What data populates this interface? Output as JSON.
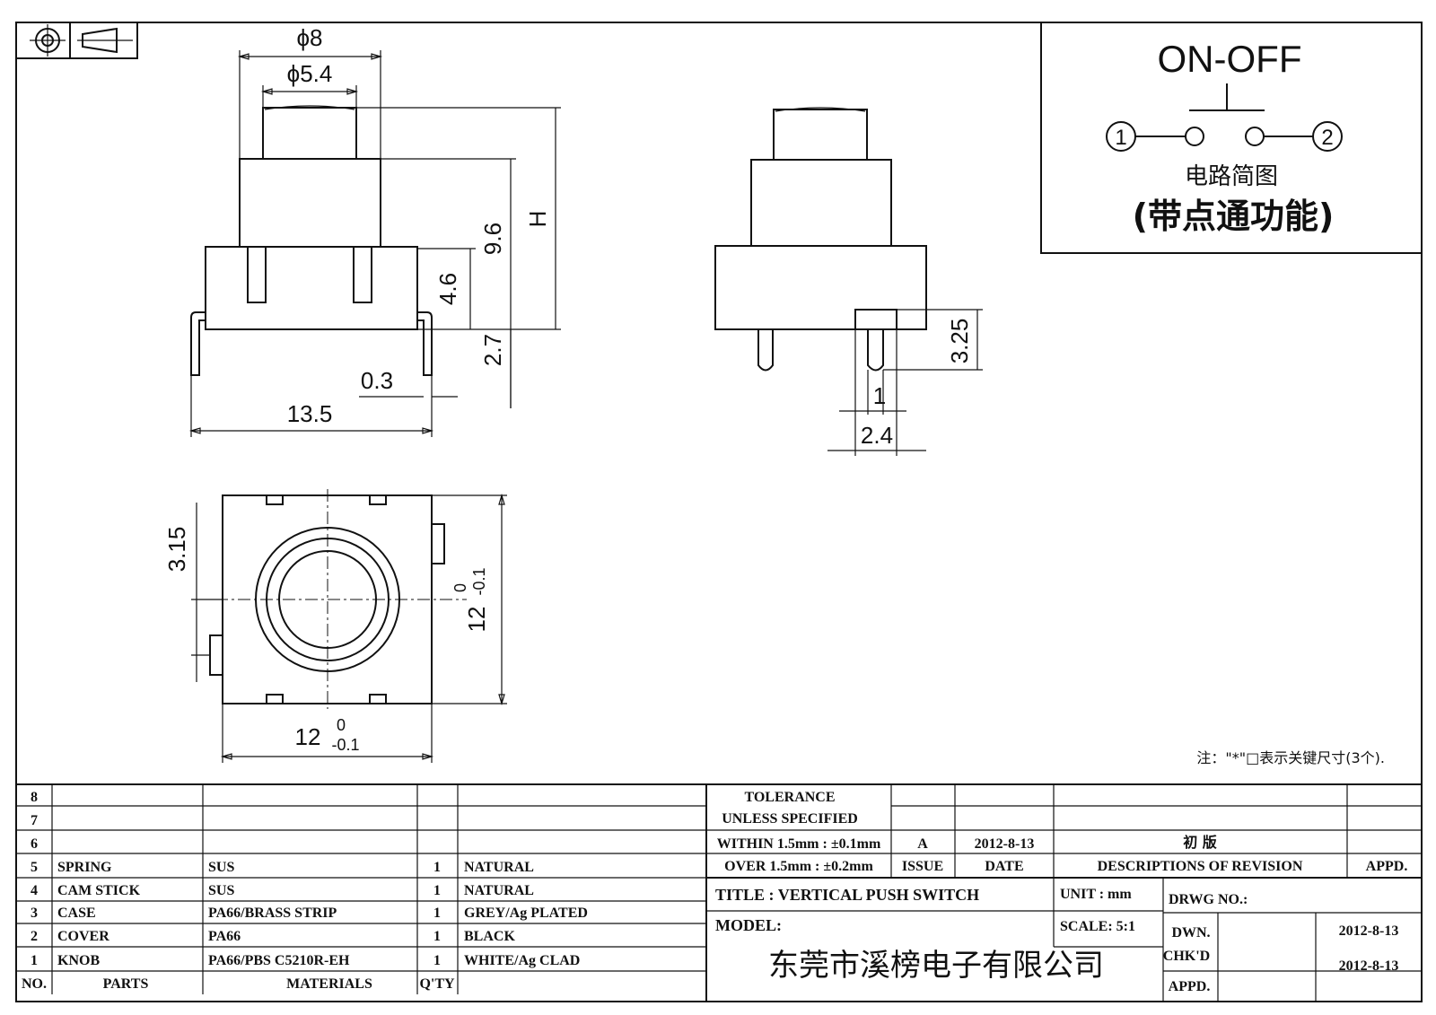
{
  "side_view": {
    "dim_phi8": "ϕ8",
    "dim_phi54": "ϕ5.4",
    "dim_h": "H",
    "dim_96": "9.6",
    "dim_46": "4.6",
    "dim_27": "2.7",
    "dim_03": "0.3",
    "dim_135": "13.5"
  },
  "front_view": {
    "dim_325": "3.25",
    "dim_1": "1",
    "dim_24": "2.4"
  },
  "top_view": {
    "dim_315": "3.15",
    "dim_12_v": "12",
    "dim_12_h": "12",
    "tol_upper": "0",
    "tol_lower": "-0.1"
  },
  "circuit_box": {
    "title": "ON-OFF",
    "pin1": "1",
    "pin2": "2",
    "caption": "电路简图",
    "subcaption": "(带点通功能)"
  },
  "note": "注：\"*\"□表示关键尺寸(3个).",
  "bom": {
    "empty_rows": [
      "8",
      "7",
      "6"
    ],
    "rows": [
      {
        "no": "5",
        "part": "SPRING",
        "material": "SUS",
        "qty": "1",
        "finish": "NATURAL"
      },
      {
        "no": "4",
        "part": "CAM STICK",
        "material": "SUS",
        "qty": "1",
        "finish": "NATURAL"
      },
      {
        "no": "3",
        "part": "CASE",
        "material": "PA66/BRASS STRIP",
        "qty": "1",
        "finish": "GREY/Ag PLATED"
      },
      {
        "no": "2",
        "part": "COVER",
        "material": "PA66",
        "qty": "1",
        "finish": "BLACK"
      },
      {
        "no": "1",
        "part": "KNOB",
        "material": "PA66/PBS C5210R-EH",
        "qty": "1",
        "finish": "WHITE/Ag CLAD"
      }
    ],
    "header": {
      "no": "NO.",
      "parts": "PARTS",
      "materials": "MATERIALS",
      "qty": "Q'TY"
    }
  },
  "tolerance": {
    "line1": "TOLERANCE",
    "line2": "UNLESS  SPECIFIED",
    "line3": "WITHIN 1.5mm : ±0.1mm",
    "line4": "OVER 1.5mm : ±0.2mm"
  },
  "revision": {
    "issue": "A",
    "date": "2012-8-13",
    "description": "初  版",
    "h_issue": "ISSUE",
    "h_date": "DATE",
    "h_desc": "DESCRIPTIONS OF REVISION",
    "h_appd": "APPD."
  },
  "title_block": {
    "title": "TITLE :  VERTICAL PUSH SWITCH",
    "unit": "UNIT :  mm",
    "drwg": "DRWG NO.:",
    "model": "MODEL:",
    "scale": "SCALE:  5:1",
    "dwn_label": "DWN.",
    "dwn_date": "2012-8-13",
    "chk_label": "CHK'D",
    "chk_date": "2012-8-13",
    "appd_label": "APPD.",
    "company": "东莞市溪榜电子有限公司"
  }
}
